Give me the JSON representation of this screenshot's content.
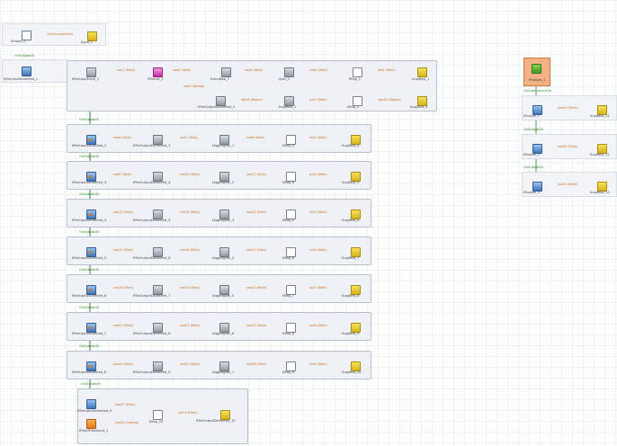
{
  "canvas": {
    "accent_flow": "#e2761b",
    "accent_trigger": "#2e7d32",
    "grid": "#eef1f4"
  },
  "job": {
    "pre_job": {
      "label": "tPrejob_1"
    },
    "pre_job_out": {
      "label": "tJava_1"
    },
    "pre_job_link": {
      "label": "OnComponentOk"
    },
    "main_label": {
      "label": "tFileInputDelimited_1"
    },
    "main_link": {
      "label": "OnSubjobOk"
    },
    "row1": [
      {
        "label": "tFileInputExcel_1"
      },
      {
        "label": "tFileList_1"
      },
      {
        "label": "tUniqRow_1"
      },
      {
        "label": "tJoin_1"
      },
      {
        "label": "tMap_1"
      },
      {
        "label": "tLogRow_1"
      }
    ],
    "row1_links": [
      "row1 (Main)",
      "row2 (Main)",
      "row3 (Main)",
      "row4 (Main)",
      "out1 (Main)"
    ],
    "row1_iterate": "row5 (Iterate)",
    "row2": [
      {
        "label": "tFileOutputDelimited_2"
      },
      {
        "label": "tLogRow_2"
      },
      {
        "label": "tMap_2"
      },
      {
        "label": "tLogRow_3"
      }
    ],
    "row2_links": [
      "reject (Reject)",
      "out2 (Main)",
      "reject2 (Reject)"
    ],
    "subjobs": [
      {
        "trigger": "OnSubjobOk",
        "src": "tFileInputDelimited_2",
        "n1": "tFileOutputDelimited_3",
        "n2": "tAggregate_1",
        "n3": "tMap_3",
        "n4": "tLogRow_4",
        "l1": "row6 (Main)",
        "l2": "row7 (Main)",
        "l3": "row8 (Main)",
        "l4": "out3 (Main)"
      },
      {
        "trigger": "OnSubjobOk",
        "src": "tFileInputDelimited_3",
        "n1": "tFileOutputDelimited_4",
        "n2": "tAggregate_2",
        "n3": "tMap_4",
        "n4": "tLogRow_5",
        "l1": "row9 (Main)",
        "l2": "row10 (Main)",
        "l3": "row11 (Main)",
        "l4": "out4 (Main)"
      },
      {
        "trigger": "OnSubjobOk",
        "src": "tFileInputDelimited_4",
        "n1": "tFileOutputDelimited_5",
        "n2": "tAggregate_3",
        "n3": "tMap_5",
        "n4": "tLogRow_6",
        "l1": "row12 (Main)",
        "l2": "row13 (Main)",
        "l3": "row14 (Main)",
        "l4": "out5 (Main)"
      },
      {
        "trigger": "OnSubjobOk",
        "src": "tFileInputDelimited_5",
        "n1": "tFileOutputDelimited_6",
        "n2": "tAggregate_4",
        "n3": "tMap_6",
        "n4": "tLogRow_7",
        "l1": "row15 (Main)",
        "l2": "row16 (Main)",
        "l3": "row17 (Main)",
        "l4": "out6 (Main)"
      },
      {
        "trigger": "OnSubjobOk",
        "src": "tFileInputDelimited_6",
        "n1": "tFileOutputDelimited_7",
        "n2": "tAggregate_5",
        "n3": "tMap_7",
        "n4": "tLogRow_8",
        "l1": "row18 (Main)",
        "l2": "row19 (Main)",
        "l3": "row20 (Main)",
        "l4": "out7 (Main)"
      },
      {
        "trigger": "OnSubjobOk",
        "src": "tFileInputDelimited_7",
        "n1": "tFileOutputDelimited_8",
        "n2": "tAggregate_6",
        "n3": "tMap_8",
        "n4": "tLogRow_9",
        "l1": "row21 (Main)",
        "l2": "row22 (Main)",
        "l3": "row23 (Main)",
        "l4": "out8 (Main)"
      },
      {
        "trigger": "OnSubjobOk",
        "src": "tFileInputDelimited_8",
        "n1": "tFileOutputDelimited_9",
        "n2": "tAggregate_7",
        "n3": "tMap_9",
        "n4": "tLogRow_10",
        "l1": "row24 (Main)",
        "l2": "row25 (Main)",
        "l3": "row26 (Main)",
        "l4": "out9 (Main)"
      }
    ],
    "last": {
      "trigger": "OnSubjobOk",
      "src": "tFileInputDelimited_9",
      "src2": "tFixedFlowInput_1",
      "map": "tMap_10",
      "out": "tFileOutputDelimited_10",
      "l1": "row27 (Main)",
      "l2": "row28 (Lookup)",
      "l3": "out10 (Main)"
    },
    "right": {
      "post_job": {
        "label": "tPostjob_1"
      },
      "blocks": [
        {
          "trigger": "OnComponentOk",
          "src": "tRunJob_1",
          "dst": "tLogRow_11",
          "link": "row29 (Main)"
        },
        {
          "trigger": "OnSubjobOk",
          "src": "tRunJob_2",
          "dst": "tLogRow_12",
          "link": "row30 (Main)"
        },
        {
          "trigger": "OnSubjobOk",
          "src": "tRunJob_3",
          "dst": "tLogRow_13",
          "link": "row31 (Main)"
        }
      ]
    }
  }
}
